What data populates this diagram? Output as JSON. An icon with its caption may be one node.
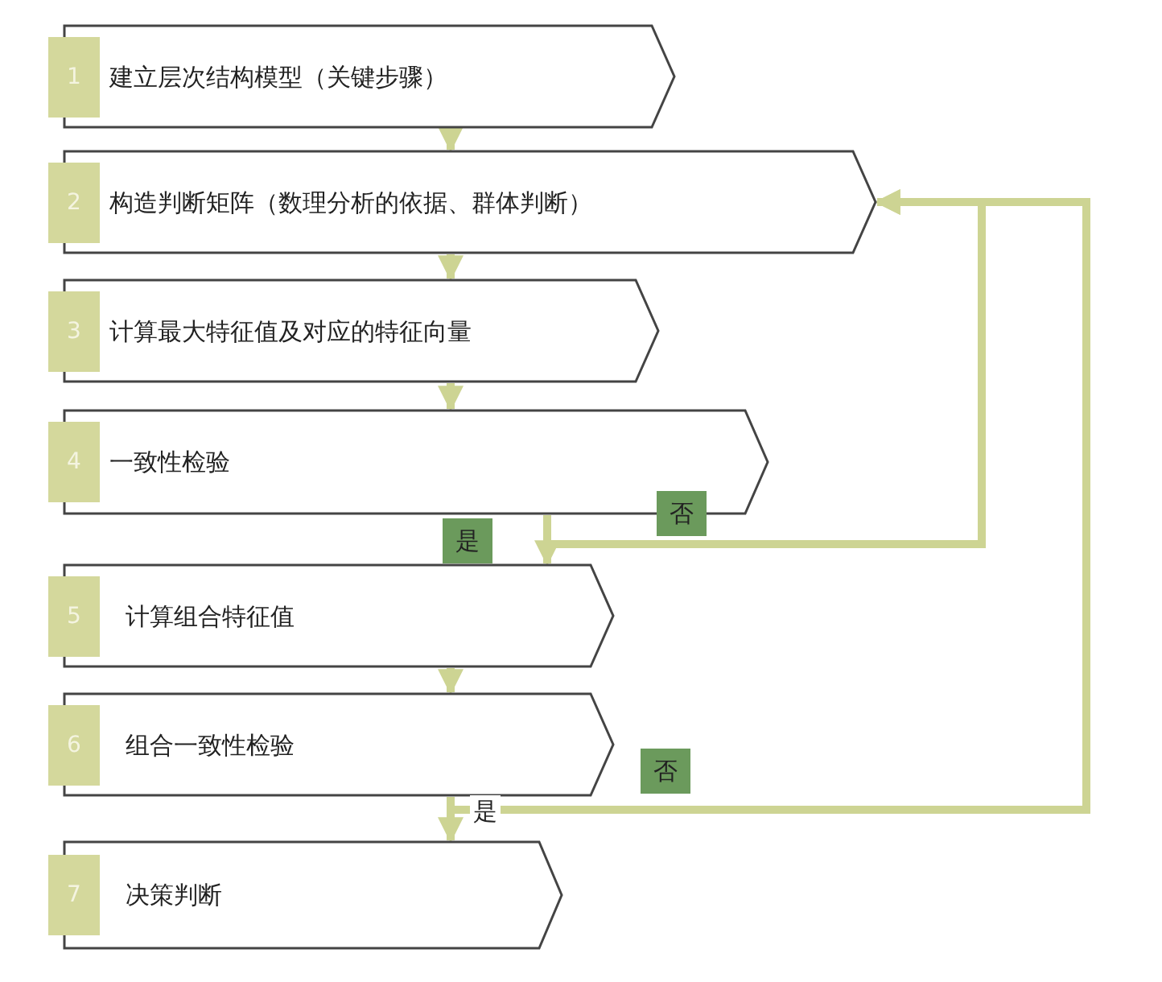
{
  "diagram": {
    "nodes": [
      {
        "text": [
          "1",
          "建立层次结构模型（关键步骤）"
        ]
      },
      {
        "text": [
          "2",
          "构造判断矩阵（数理分析的依据、群体判断）"
        ]
      },
      {
        "text": [
          "3",
          "计算最大特征值及对应的特征向量"
        ]
      },
      {
        "text": [
          "4",
          "一致性检验"
        ]
      },
      {
        "text": [
          "5",
          "计算组合特征值"
        ]
      },
      {
        "text": [
          "6",
          "组合一致性检验"
        ]
      },
      {
        "text": [
          "7",
          "决策判断"
        ]
      }
    ],
    "edges": [
      {
        "from": 0,
        "to": 1,
        "arrow": "to"
      },
      {
        "from": 1,
        "to": 2,
        "arrow": "to"
      },
      {
        "from": 2,
        "to": 3,
        "arrow": "to"
      },
      {
        "from": 3,
        "to": 4,
        "arrow": "to",
        "label": "是"
      },
      {
        "from": 3,
        "to": 1,
        "arrow": "to",
        "label": "否"
      },
      {
        "from": 4,
        "to": 5,
        "arrow": "to"
      },
      {
        "from": 5,
        "to": 6,
        "arrow": "to",
        "label": "是"
      },
      {
        "from": 5,
        "to": 1,
        "arrow": "to",
        "label": "否"
      }
    ]
  }
}
